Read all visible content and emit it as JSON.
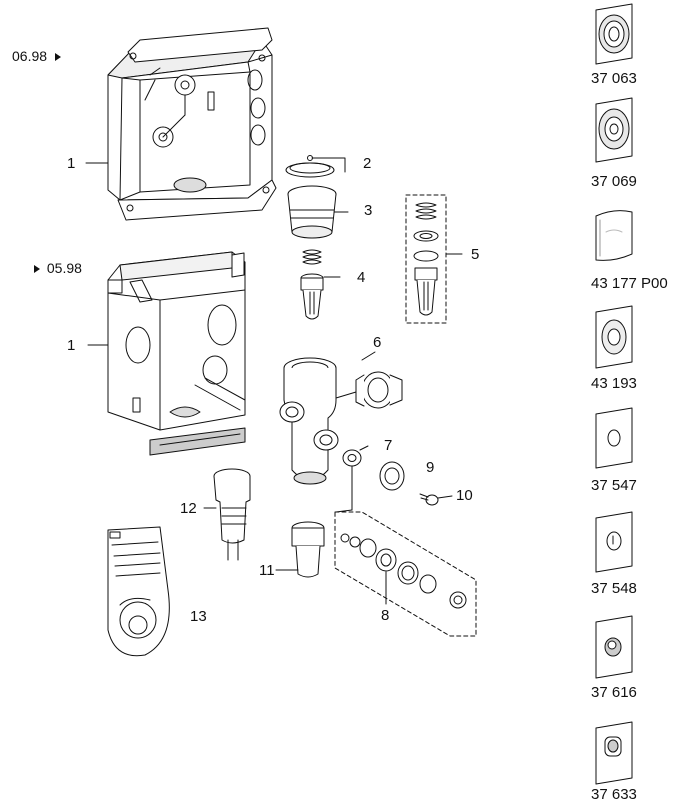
{
  "dates": {
    "before": "06.98",
    "after": "05.98"
  },
  "callouts": {
    "n1a": "1",
    "n1b": "1",
    "n2": "2",
    "n3": "3",
    "n4": "4",
    "n5": "5",
    "n6": "6",
    "n7": "7",
    "n8": "8",
    "n9": "9",
    "n10": "10",
    "n11": "11",
    "n12": "12",
    "n13": "13"
  },
  "panel_codes": [
    "37 063",
    "37 069",
    "43 177 P00",
    "43 193",
    "37 547",
    "37 548",
    "37 616",
    "37 633"
  ],
  "colors": {
    "line": "#111111",
    "fill": "#ffffff",
    "shade": "#e6e6e6",
    "dark": "#9a9a9a"
  }
}
